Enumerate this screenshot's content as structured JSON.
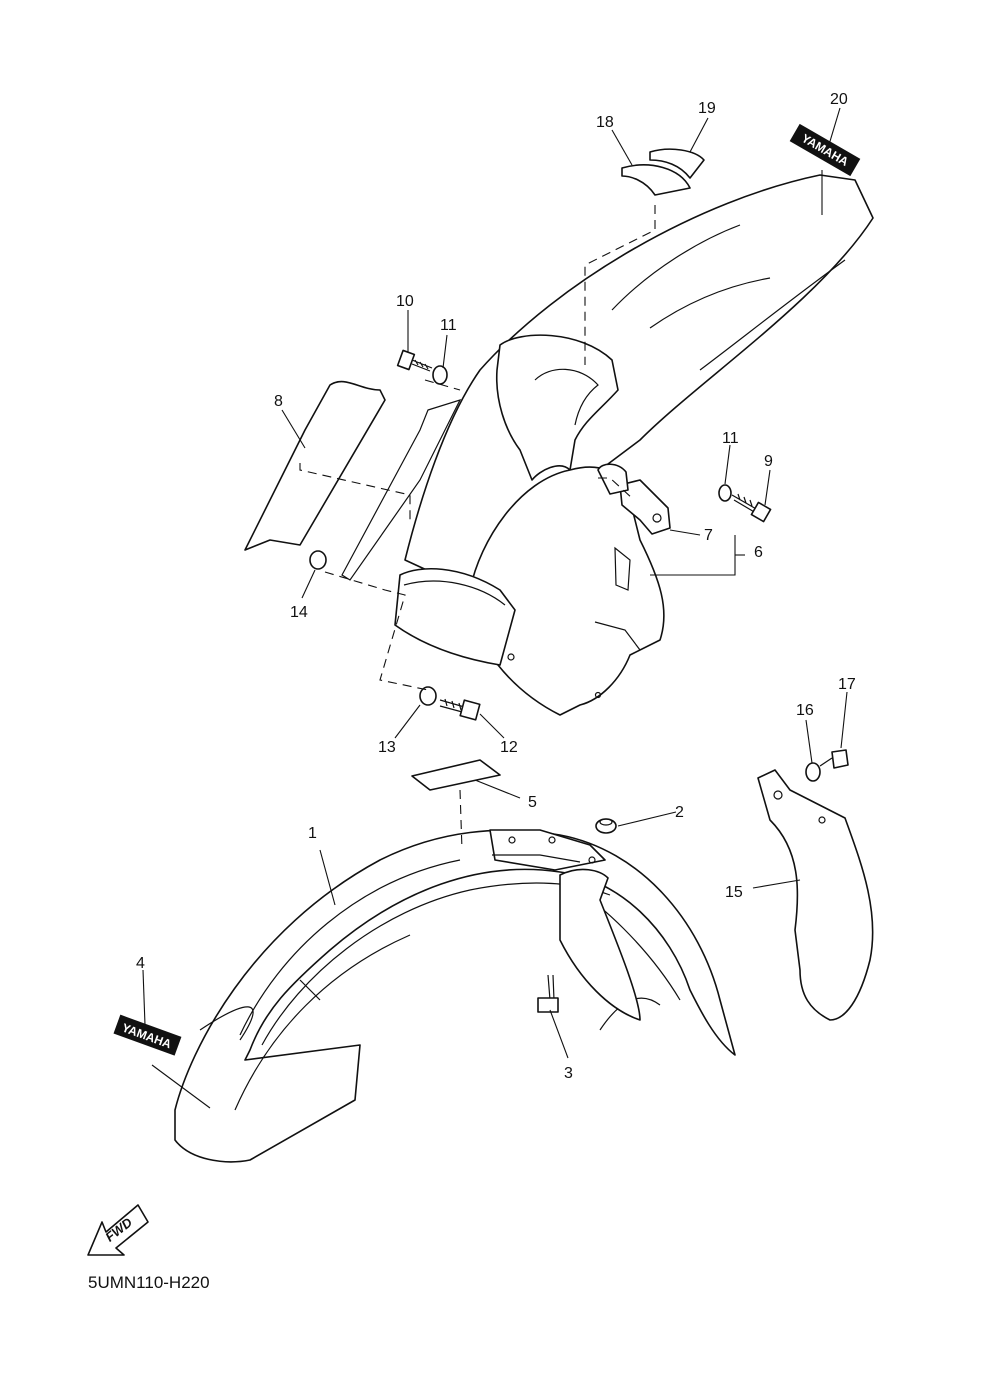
{
  "callouts": {
    "c1": "1",
    "c2": "2",
    "c3": "3",
    "c4": "4",
    "c5": "5",
    "c6": "6",
    "c7": "7",
    "c8": "8",
    "c9": "9",
    "c10": "10",
    "c11a": "11",
    "c11b": "11",
    "c12": "12",
    "c13": "13",
    "c14": "14",
    "c15": "15",
    "c16": "16",
    "c17": "17",
    "c18": "18",
    "c19": "19",
    "c20": "20"
  },
  "decals": {
    "front_decal": "YAMAHA",
    "rear_decal": "YAMAHA"
  },
  "fwd_arrow": {
    "label": "FWD",
    "icon": "fwd-arrow-icon"
  },
  "diagram_code": "5UMN110-H220"
}
